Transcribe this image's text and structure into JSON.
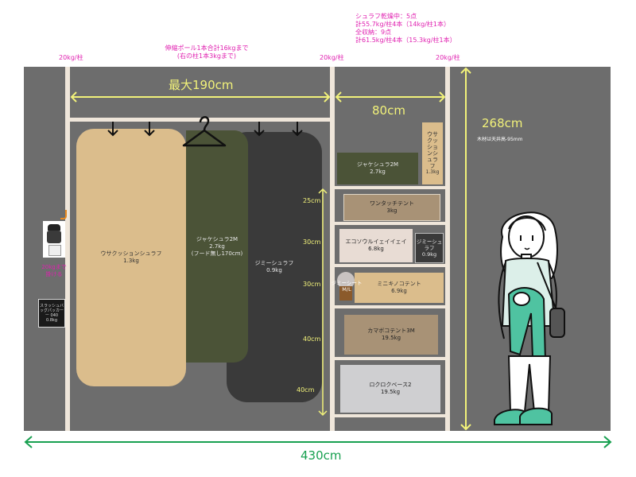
{
  "top_notes": {
    "dry_line1": "シュラフ乾燥中：5点",
    "dry_line2": "計55.7kg/柱4本（14kg/柱1本）",
    "all_line1": "全収納：9点",
    "all_line2": "計61.5kg/柱4本（15.3kg/柱1本）",
    "pole_line1": "伸縮ポール1本合計16kgまで",
    "pole_line2": "(右の柱1本3kgまで)",
    "pillar_limits": [
      "20kg/柱",
      "20kg/柱",
      "20kg/柱"
    ]
  },
  "dimensions": {
    "max_width": "最大190cm",
    "shelf_width": "80cm",
    "height": "268cm",
    "ceiling_note": "木材は天井高-95mm",
    "total_width": "430cm",
    "shelf_gaps": [
      "25cm",
      "30cm",
      "30cm",
      "40cm",
      "40cm"
    ]
  },
  "hanging_items": [
    {
      "name": "ウサクッションシュラフ",
      "weight": "1.3kg"
    },
    {
      "name": "ジャケシュラ2M",
      "weight": "2.7kg",
      "note": "(フード無し170cm)"
    },
    {
      "name": "ジミーシュラフ",
      "weight": "0.9kg"
    }
  ],
  "shelf_items": {
    "jacke": {
      "name": "ジャケシュラ2M",
      "weight": "2.7kg"
    },
    "usa_vertical": {
      "name": "ウサクッションシュラフ",
      "weight": "1.3kg"
    },
    "wantouch": {
      "name": "ワンタッチテント",
      "weight": "3kg"
    },
    "ecosol": {
      "name": "エコソウルイェイイェイ",
      "weight": "6.8kg"
    },
    "jimmy": {
      "name": "ジミーシュラフ",
      "weight": "0.9kg"
    },
    "jimmy_sheet": {
      "name": "ジミーシート",
      "size": "M/L"
    },
    "minikino": {
      "name": "ミニキノコテント",
      "weight": "6.9kg"
    },
    "kamabo": {
      "name": "カマボコテント3M",
      "weight": "19.5kg"
    },
    "rokuroku": {
      "name": "ロクロクベース2",
      "weight": "19.5kg"
    }
  },
  "left_wall": {
    "lantern_caption_1": "20kgまで",
    "lantern_caption_2": "掛ける",
    "box_label_1": "スラッシュバ",
    "box_label_2": "ッグパッカー",
    "box_label_3": "ー 040",
    "box_label_4": "0.8kg"
  },
  "colors": {
    "wall": "#6d6d6d",
    "pole_bg": "#4a4a4a",
    "beige": "#dbbd8c",
    "olive": "#4b5337",
    "charcoal": "#3a3a3a",
    "dim_yellow": "#f2f27a",
    "total_green": "#18a050",
    "magenta": "#e020b0"
  }
}
